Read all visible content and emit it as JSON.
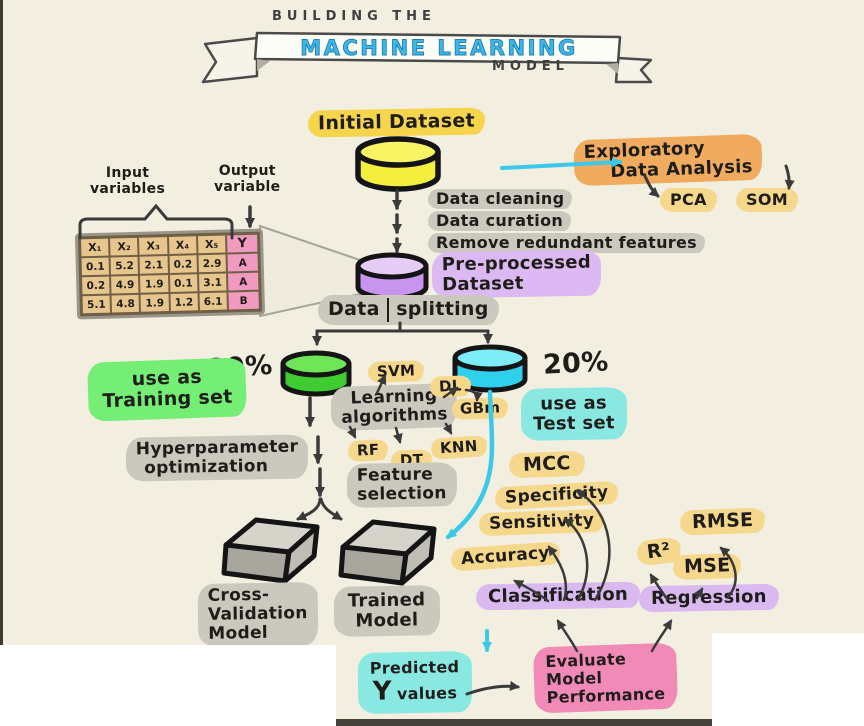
{
  "banner": {
    "top": "BUILDING THE",
    "main": "MACHINE LEARNING",
    "bottom": "MODEL"
  },
  "dataset_table": {
    "input_label_1": "Input",
    "input_label_2": "variables",
    "output_label_1": "Output",
    "output_label_2": "variable",
    "headers": [
      "X₁",
      "X₂",
      "X₃",
      "X₄",
      "X₅",
      "Y"
    ],
    "rows": [
      [
        "0.1",
        "5.2",
        "2.1",
        "0.2",
        "2.9",
        "A"
      ],
      [
        "0.2",
        "4.9",
        "1.9",
        "0.1",
        "3.1",
        "A"
      ],
      [
        "5.1",
        "4.8",
        "1.9",
        "1.2",
        "6.1",
        "B"
      ]
    ]
  },
  "flow": {
    "initial_dataset": "Initial Dataset",
    "eda_1": "Exploratory",
    "eda_2": "Data Analysis",
    "pca": "PCA",
    "som": "SOM",
    "step_cleaning": "Data cleaning",
    "step_curation": "Data curation",
    "step_redundant": "Remove redundant features",
    "preprocessed_1": "Pre-processed",
    "preprocessed_2": "Dataset",
    "split_left": "Data",
    "split_right": "splitting",
    "train_pct": "80%",
    "test_pct": "20%",
    "use_train_1": "use as",
    "use_train_2": "Training set",
    "use_test_1": "use as",
    "use_test_2": "Test set",
    "learning_1": "Learning",
    "learning_2": "algorithms",
    "algorithms": [
      "SVM",
      "DL",
      "GBm",
      "RF",
      "DT",
      "KNN"
    ],
    "hyper_1": "Hyperparameter",
    "hyper_2": "optimization",
    "feature_1": "Feature",
    "feature_2": "selection",
    "cv_1": "Cross-",
    "cv_2": "Validation",
    "cv_3": "Model",
    "trained_1": "Trained",
    "trained_2": "Model",
    "class_metrics": [
      "MCC",
      "Specificity",
      "Sensitivity",
      "Accuracy"
    ],
    "reg_metrics": [
      "RMSE",
      "R²",
      "MSE"
    ],
    "classification": "Classification",
    "regression": "Regression",
    "predicted_1": "Predicted",
    "predicted_y": "Y",
    "predicted_2": "values",
    "evaluate_1": "Evaluate",
    "evaluate_2": "Model",
    "evaluate_3": "Performance"
  },
  "colors": {
    "background": "#f2efe0",
    "highlight_yellow": "#f6d44c",
    "highlight_orange": "#f0ab5e",
    "highlight_gray": "#cbc8bd",
    "highlight_purple": "#dcb9f2",
    "highlight_green": "#74ee74",
    "highlight_cyan": "#8ae8e2",
    "highlight_pink": "#f28ab8",
    "metric_yellow": "#f6d88d",
    "classification_lavender": "#d9b9f0",
    "cylinder_yellow": "#f6ee3c",
    "cylinder_purple": "#c795ee",
    "cylinder_green": "#3ecc31",
    "cylinder_cyan": "#2fd0ec",
    "ml_blue": "#3fb6ea",
    "arrow_dark": "#3a3a3a",
    "arrow_cyan": "#3cc8e8"
  }
}
